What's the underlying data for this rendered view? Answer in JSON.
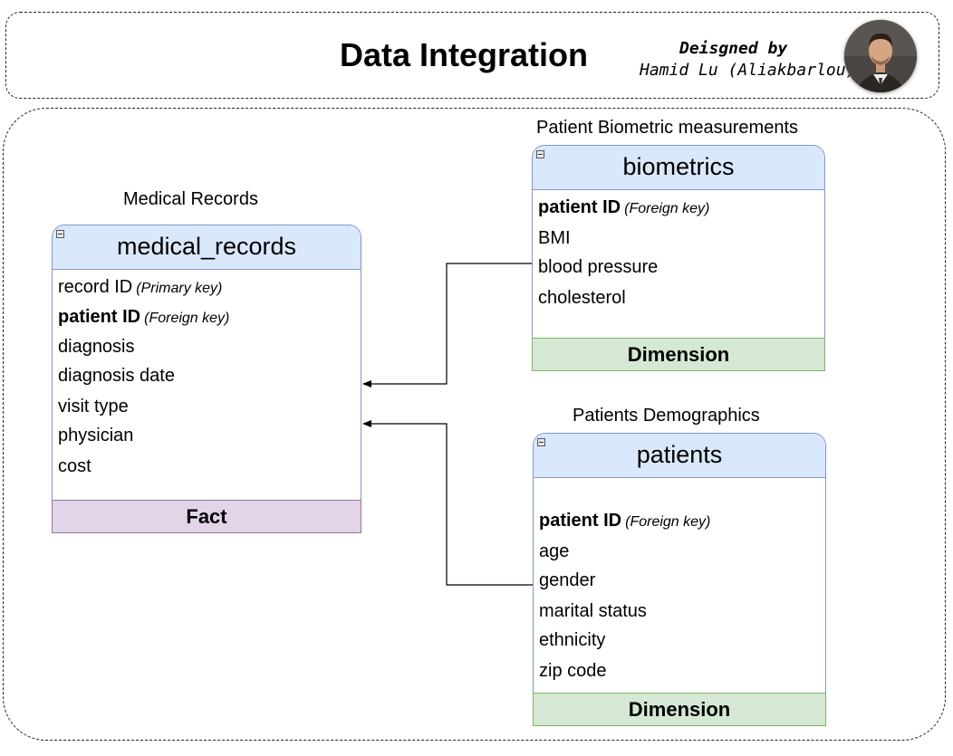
{
  "header": {
    "title": "Data Integration",
    "designed_by_label": "Deisgned by",
    "designer_name": "Hamid Lu (Aliakbarlou)"
  },
  "tables": {
    "medical_records": {
      "caption": "Medical Records",
      "name": "medical_records",
      "fields": [
        {
          "text": "record ID",
          "note": "(Primary key)"
        },
        {
          "text": "patient ID",
          "note": "(Foreign key)"
        },
        {
          "text": "diagnosis"
        },
        {
          "text": "diagnosis date"
        },
        {
          "text": "visit type"
        },
        {
          "text": "physician"
        },
        {
          "text": "cost"
        }
      ],
      "footer": "Fact"
    },
    "biometrics": {
      "caption": "Patient Biometric measurements",
      "name": "biometrics",
      "fields": [
        {
          "text": "patient ID",
          "note": "(Foreign key)"
        },
        {
          "text": "BMI"
        },
        {
          "text": "blood pressure"
        },
        {
          "text": "cholesterol"
        }
      ],
      "footer": "Dimension"
    },
    "patients": {
      "caption": "Patients Demographics",
      "name": "patients",
      "fields": [
        {
          "text": "patient ID",
          "note": "(Foreign key)"
        },
        {
          "text": "age"
        },
        {
          "text": "gender"
        },
        {
          "text": "marital status"
        },
        {
          "text": "ethnicity"
        },
        {
          "text": "zip code"
        }
      ],
      "footer": "Dimension"
    }
  },
  "colors": {
    "entity_header": "#dae8fc",
    "entity_border": "#7f99c9",
    "fact_fill": "#e1d5e7",
    "fact_border": "#9673a6",
    "dimension_fill": "#d5e8d4",
    "dimension_border": "#82b366"
  },
  "icons": {
    "collapse": "collapse-icon",
    "avatar": "avatar-photo",
    "arrow": "arrowhead"
  }
}
